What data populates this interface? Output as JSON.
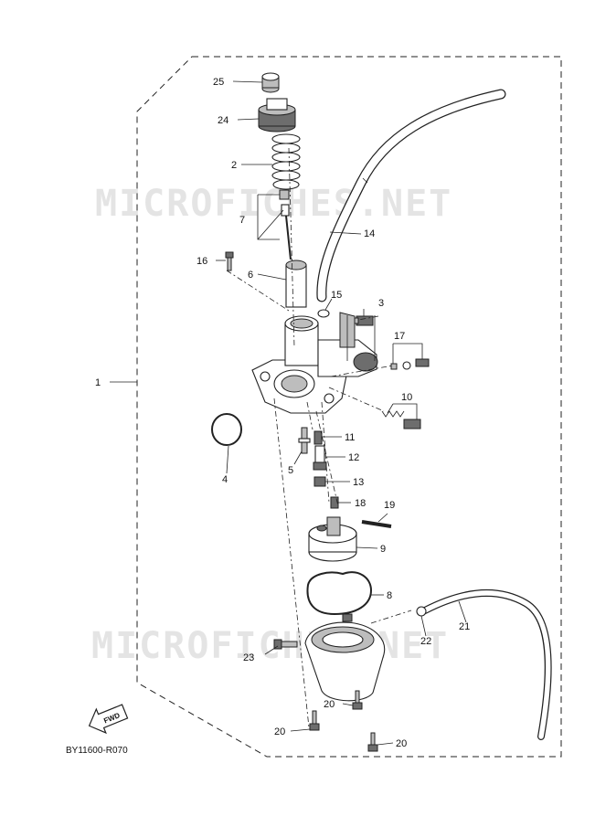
{
  "watermark": "MICROFICHES.NET",
  "diagram_code": "BY11600-R070",
  "direction_label": "FWD",
  "callouts": {
    "c1": "1",
    "c2": "2",
    "c3": "3",
    "c4": "4",
    "c5": "5",
    "c6": "6",
    "c7": "7",
    "c8": "8",
    "c9": "9",
    "c10": "10",
    "c11": "11",
    "c12": "12",
    "c13": "13",
    "c14": "14",
    "c15": "15",
    "c16": "16",
    "c17": "17",
    "c18": "18",
    "c19": "19",
    "c20a": "20",
    "c20b": "20",
    "c20c": "20",
    "c21": "21",
    "c22": "22",
    "c23": "23",
    "c24": "24",
    "c25": "25"
  }
}
